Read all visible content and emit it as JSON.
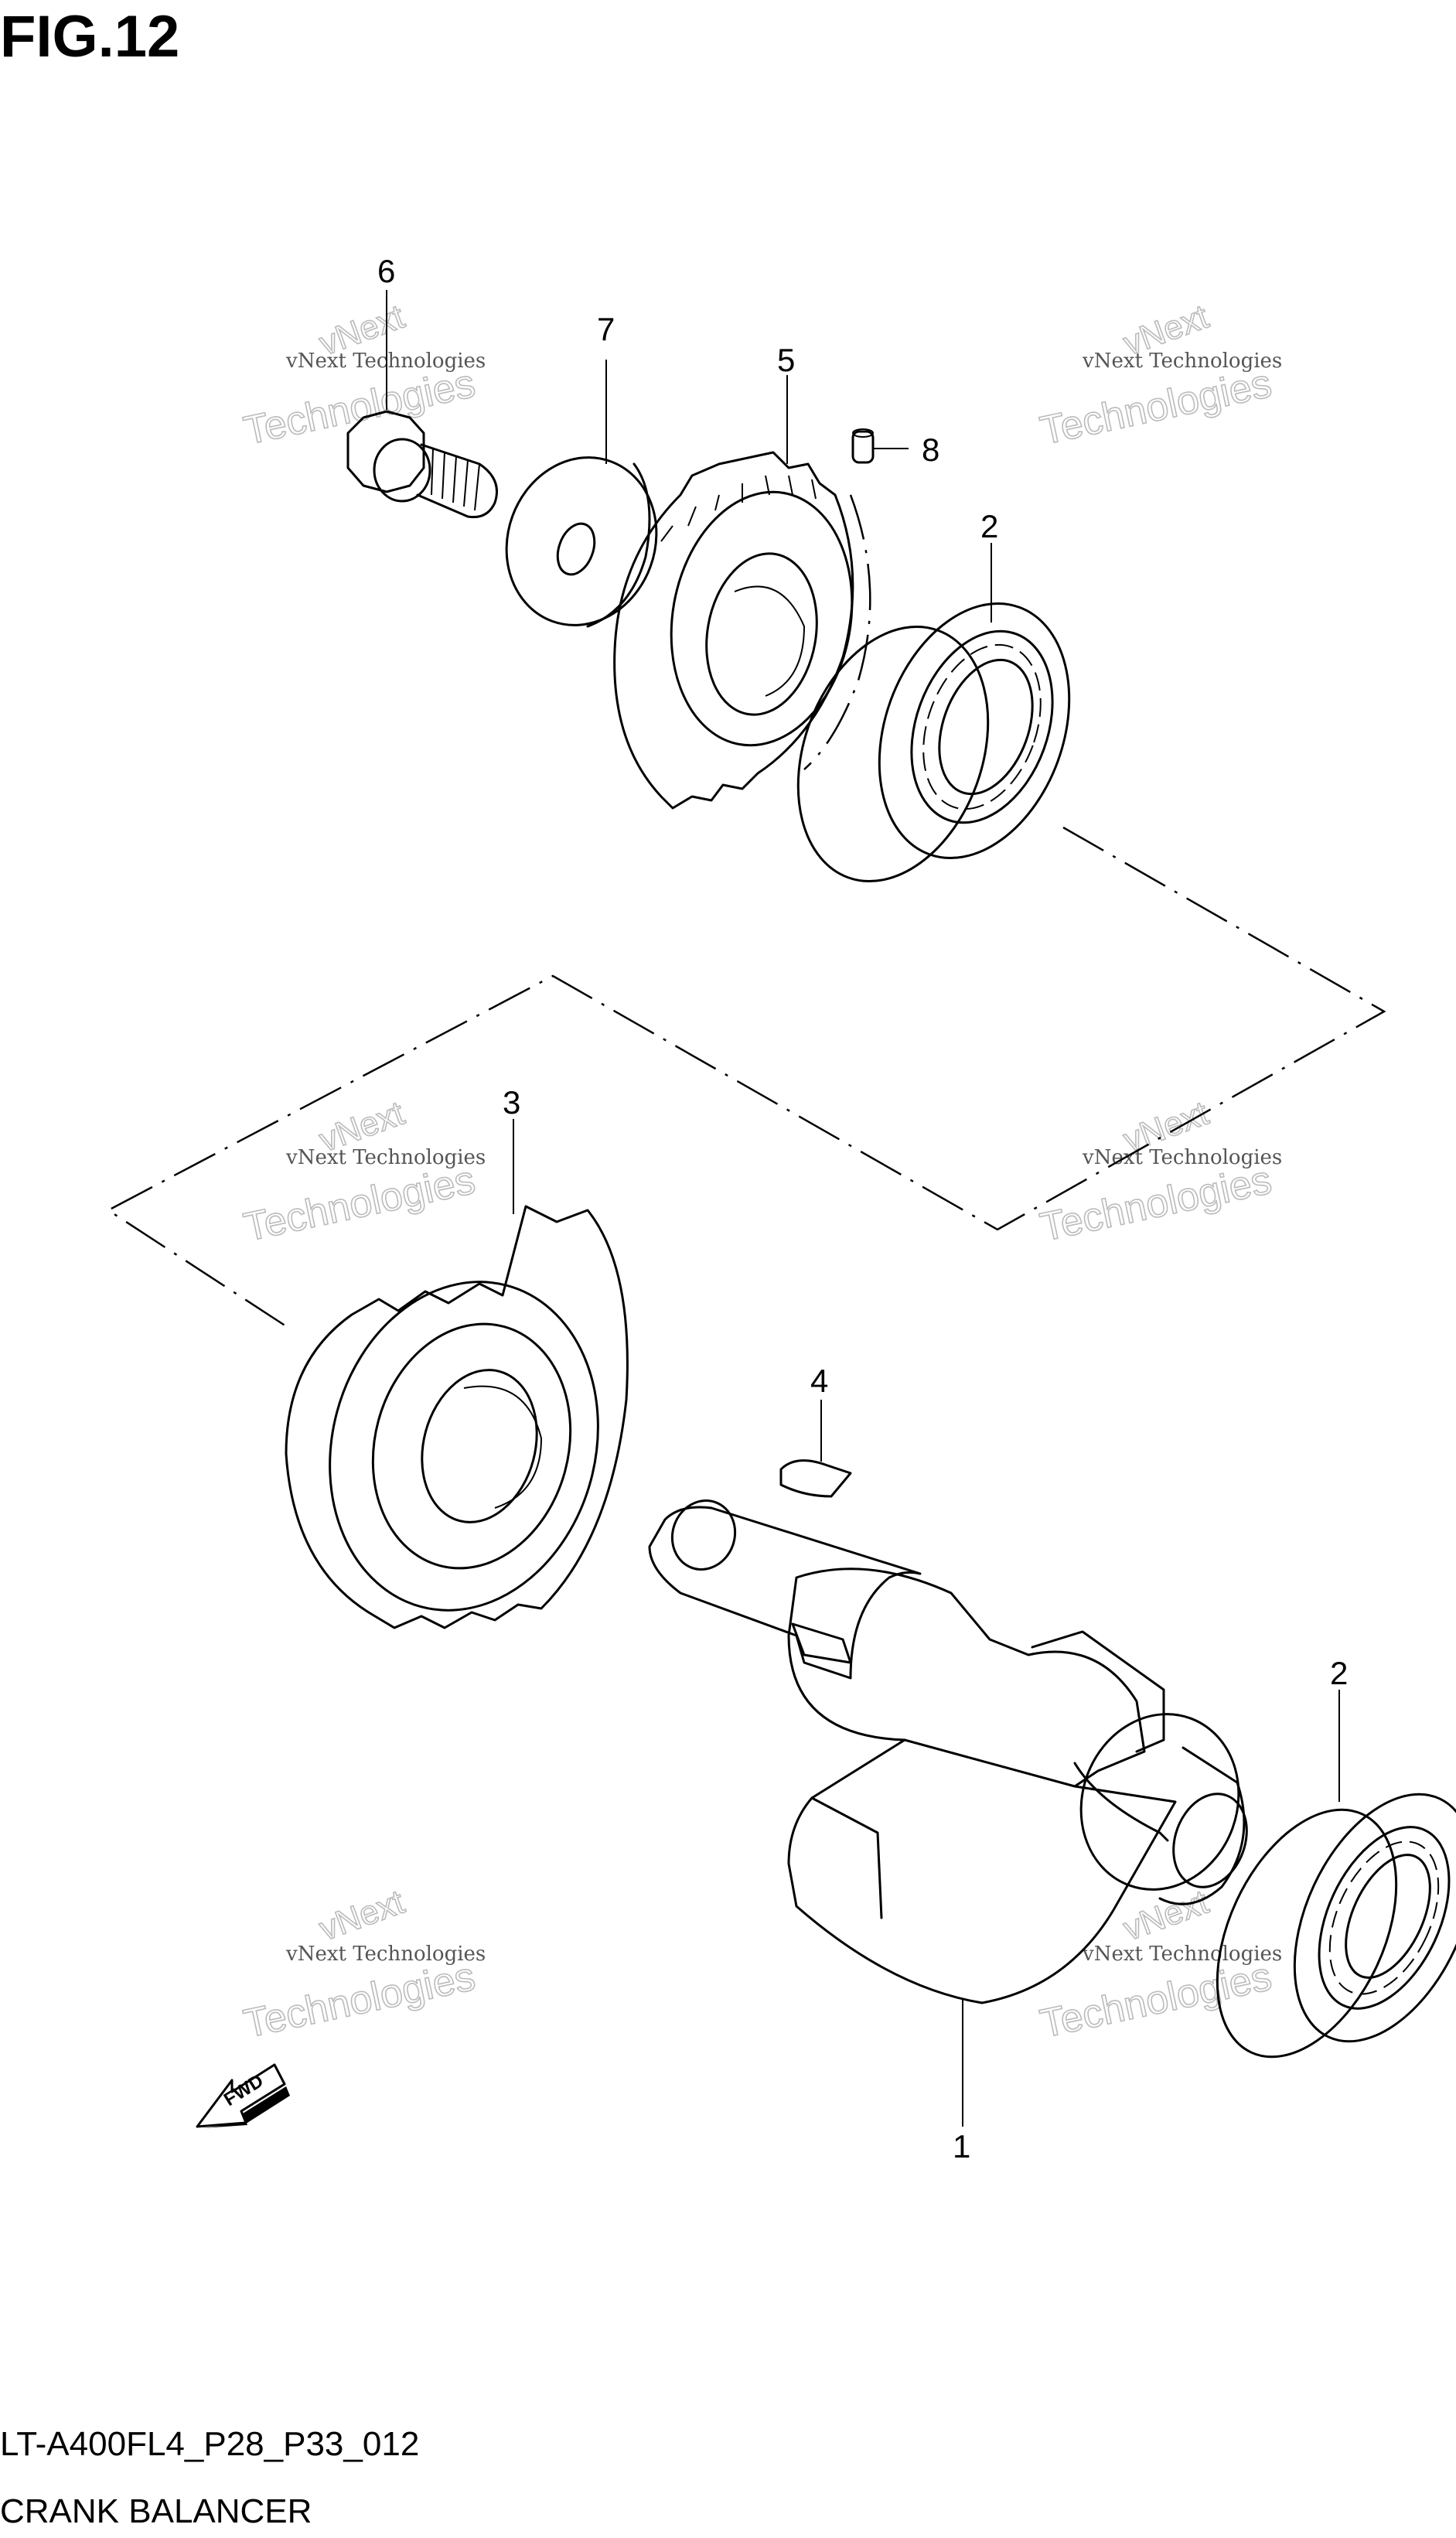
{
  "figure": {
    "title": "FIG.12",
    "model_code": "LT-A400FL4_P28_P33_012",
    "name": "CRANK BALANCER"
  },
  "callouts": [
    "6",
    "7",
    "5",
    "8",
    "2",
    "3",
    "4",
    "2",
    "1"
  ],
  "watermark": {
    "line1": "vNext Technologies",
    "line2": "vNext",
    "line3": "Technologies"
  },
  "fwd_label": "FWD"
}
